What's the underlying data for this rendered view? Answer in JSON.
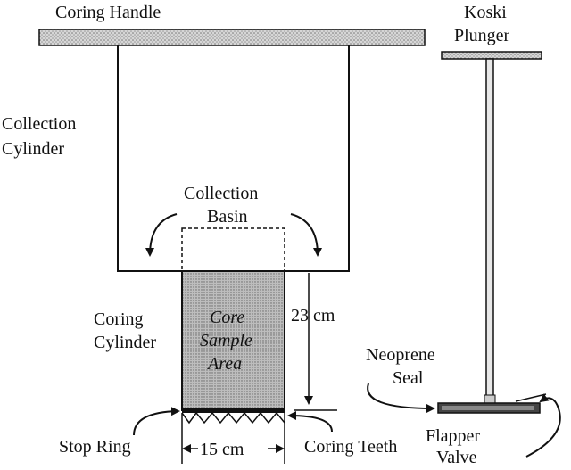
{
  "diagram": {
    "coring_handle": "Coring Handle",
    "koski_plunger": [
      "Koski",
      "Plunger"
    ],
    "collection_cylinder": [
      "Collection",
      "Cylinder"
    ],
    "collection_basin": [
      "Collection",
      "Basin"
    ],
    "coring_cylinder": [
      "Coring",
      "Cylinder"
    ],
    "core_sample_area": [
      "Core",
      "Sample",
      "Area"
    ],
    "depth_label": "23 cm",
    "width_label": "15 cm",
    "stop_ring": "Stop Ring",
    "coring_teeth": "Coring Teeth",
    "neoprene_seal": [
      "Neoprene",
      "Seal"
    ],
    "flapper_valve": [
      "Flapper",
      "Valve"
    ]
  }
}
